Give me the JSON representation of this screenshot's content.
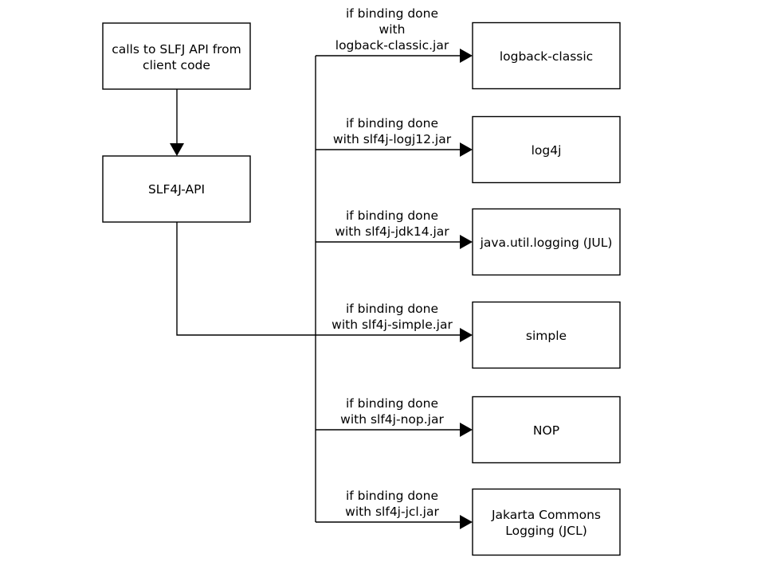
{
  "source": {
    "client_code": [
      "calls to SLFJ API from",
      "client code"
    ],
    "api": "SLF4J-API"
  },
  "bindings": [
    {
      "label": [
        "if binding done",
        "with",
        "logback-classic.jar"
      ],
      "target": [
        "logback-classic"
      ]
    },
    {
      "label": [
        "if binding done",
        "with slf4j-logj12.jar"
      ],
      "target": [
        "log4j"
      ]
    },
    {
      "label": [
        "if binding done",
        "with slf4j-jdk14.jar"
      ],
      "target": [
        "java.util.logging (JUL)"
      ]
    },
    {
      "label": [
        "if binding done",
        "with slf4j-simple.jar"
      ],
      "target": [
        "simple"
      ]
    },
    {
      "label": [
        "if binding done",
        "with slf4j-nop.jar"
      ],
      "target": [
        "NOP"
      ]
    },
    {
      "label": [
        "if binding done",
        "with slf4j-jcl.jar"
      ],
      "target": [
        "Jakarta Commons",
        "Logging (JCL)"
      ]
    }
  ]
}
